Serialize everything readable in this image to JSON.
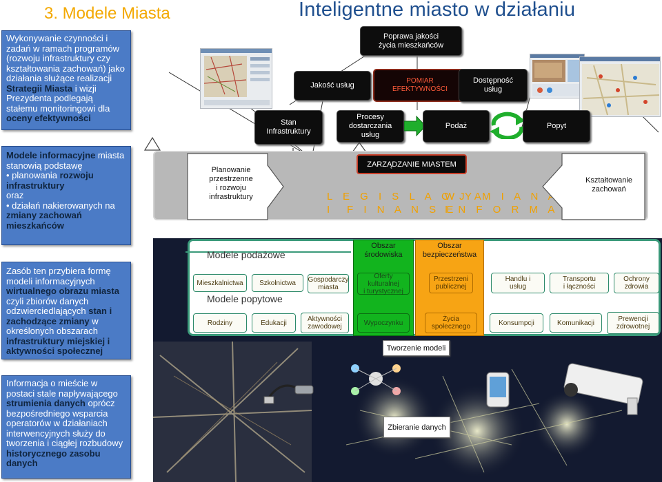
{
  "header": {
    "section_title": "3. Modele Miasta",
    "main_title": "Inteligentne miasto w działaniu"
  },
  "left_boxes": [
    {
      "segments": [
        {
          "t": "Wykonywanie czynności i zadań w ramach programów (rozwoju infrastruktury czy kształtowania zachowań) jako działania służące realizacji ",
          "b": false
        },
        {
          "t": "Strategii Miasta",
          "b": true
        },
        {
          "t": " i wizji Prezydenta podlegają stałemu monitoringowi dla ",
          "b": false
        },
        {
          "t": "oceny efektywności",
          "b": true
        }
      ]
    },
    {
      "segments": [
        {
          "t": "Modele informacyjne",
          "b": true
        },
        {
          "t": " miasta stanowią podstawę\n• planowania ",
          "b": false
        },
        {
          "t": "rozwoju infrastruktury",
          "b": true
        },
        {
          "t": "\n oraz\n• działań nakierowanych na ",
          "b": false
        },
        {
          "t": "zmiany zachowań mieszkańców",
          "b": true
        }
      ]
    },
    {
      "segments": [
        {
          "t": "Zasób ten przybiera formę modeli informacyjnych ",
          "b": false
        },
        {
          "t": "wirtualnego obrazu miasta",
          "b": true
        },
        {
          "t": " czyli zbiorów danych odzwierciedlających ",
          "b": false
        },
        {
          "t": "stan i zachodzące zmiany",
          "b": true
        },
        {
          "t": " w określonych obszarach ",
          "b": false
        },
        {
          "t": "infrastruktury miejskiej i aktywności społecznej",
          "b": true
        }
      ]
    },
    {
      "segments": [
        {
          "t": "Informacja o mieście w postaci stale napływającego ",
          "b": false
        },
        {
          "t": "strumienia danych",
          "b": true
        },
        {
          "t": " oprócz bezpośredniego wsparcia operatorów w działaniach interwencyjnych służy do tworzenia i ciągłej rozbudowy ",
          "b": false
        },
        {
          "t": "historycznego zasobu danych",
          "b": true
        }
      ]
    }
  ],
  "top_flow": {
    "quality_of_life": "Poprawa jakości\nżycia mieszkańców",
    "service_quality": "Jakość usług",
    "efficiency_measure": "POMIAR\nEFEKTYWNOŚCI",
    "availability": "Dostępność\nusług",
    "infrastructure_state": "Stan\nInfrastruktury",
    "service_processes": "Procesy\ndostarczania\nusług",
    "supply": "Podaż",
    "demand": "Popyt"
  },
  "band": {
    "planning": "Planowanie\nprzestrzenne\ni rozwoju\ninfrastruktury",
    "city_management": "ZARZĄDZANIE  MIASTEM",
    "legislation": "L E G I S L A C J A\nI  F I N A N S E",
    "info_exchange": "W Y M I A N A\nI N F O R M A C J I",
    "behaviour_shaping": "Kształtowanie\nzachowań"
  },
  "models": {
    "supply_models": "Modele podażowe",
    "demand_models": "Modele popytowe",
    "area_environment": "Obszar\nśrodowiska",
    "area_security": "Obszar\nbezpieczeństwa",
    "supply_cells": [
      "Mieszkalnictwa",
      "Szkolnictwa",
      "Gospodarczy\nmiasta",
      "Oferty\nkulturalnej\ni turystycznej",
      "Przestrzeni\npublicznej",
      "Handlu i\nusług",
      "Transportu\ni łączności",
      "Ochrony\nzdrowia"
    ],
    "demand_cells": [
      "Rodziny",
      "Edukacji",
      "Aktywności\nzawodowej",
      "Wypoczynku",
      "Życia\nspołecznego",
      "Konsumpcji",
      "Komunikacji",
      "Prewencji\nzdrowotnej"
    ],
    "model_creation": "Tworzenie modeli",
    "data_collection": "Zbieranie danych"
  },
  "colors": {
    "accent_orange": "#f3a800",
    "title_blue": "#1f4f8e",
    "left_box_blue": "#4b7bc6",
    "area_green": "#12b41e",
    "area_orange": "#f7a414"
  }
}
